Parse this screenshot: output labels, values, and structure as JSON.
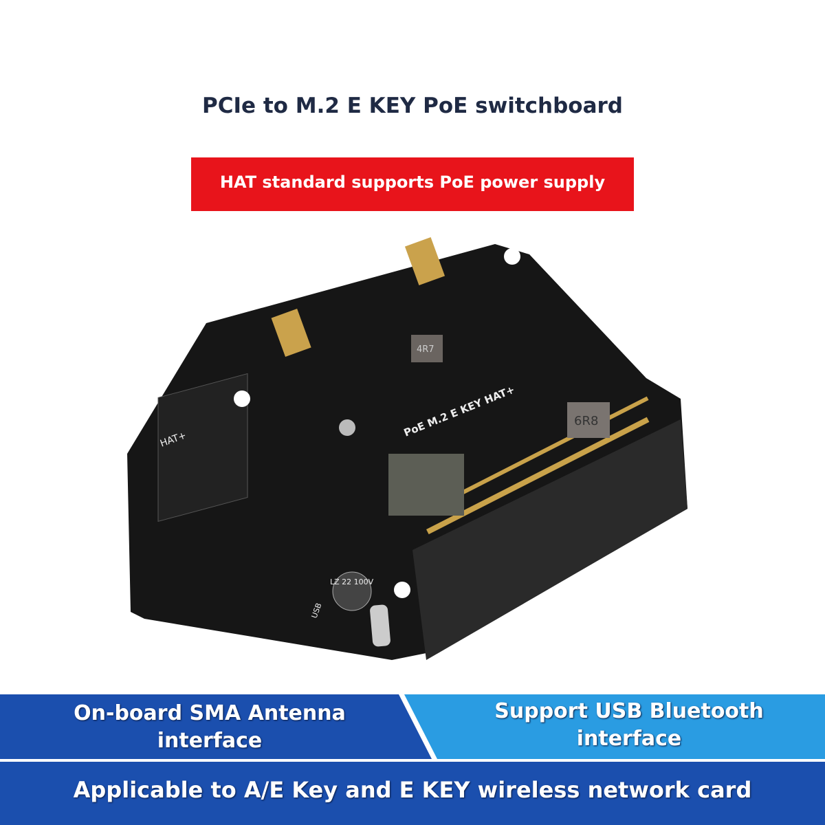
{
  "title": "PCIe to M.2 E KEY PoE switchboard",
  "banner": "HAT standard supports PoE power supply",
  "board_labels": {
    "name": "PoE M.2 E KEY HAT+",
    "hat": "HAT+",
    "usb": "USB",
    "inductor1": "4R7",
    "inductor2": "6R8",
    "capacitor": "LZ 22 100V"
  },
  "features": {
    "left": "On-board SMA Antenna interface",
    "right": "Support USB Bluetooth interface"
  },
  "footer": "Applicable to A/E Key and E KEY wireless network card",
  "colors": {
    "red": "#e8141b",
    "dark_blue": "#1b4fae",
    "light_blue": "#2a9ce2",
    "title": "#1f2a44"
  }
}
